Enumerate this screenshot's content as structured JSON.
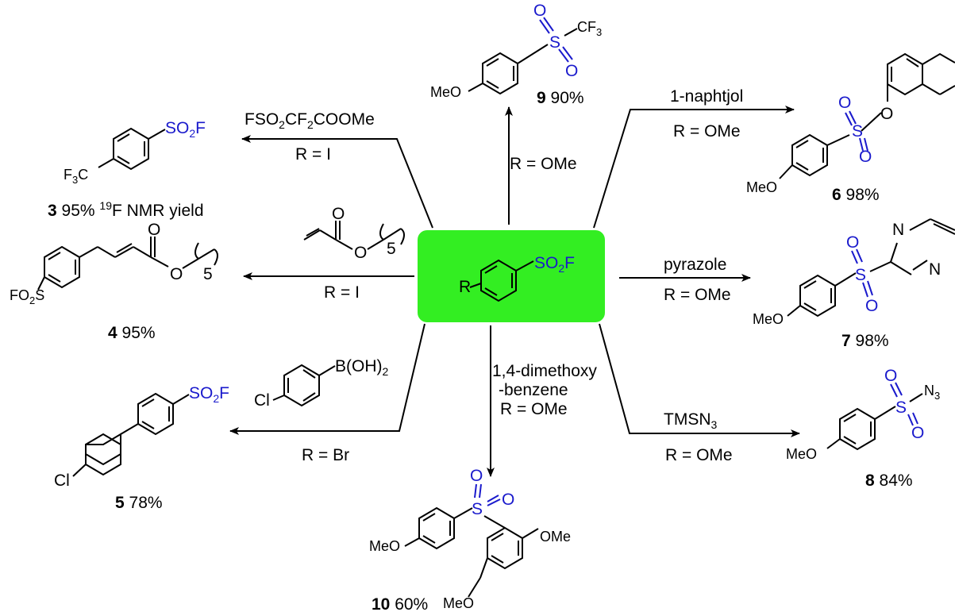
{
  "colors": {
    "center_box": "#33ee22",
    "sulfonyl_blue": "#1a1acc",
    "ink": "#000000"
  },
  "center": {
    "R": "R",
    "group": "SO",
    "group_sub": "2",
    "group_tail": "F"
  },
  "reactions": {
    "r3": {
      "reagent_pre": "FSO",
      "reagent_sub1": "2",
      "reagent_mid": "CF",
      "reagent_sub2": "2",
      "reagent_post": "COOMe",
      "condition": "R = I"
    },
    "r4": {
      "condition": "R = I",
      "chain_n": "5"
    },
    "r5": {
      "reagent": "B(OH)",
      "reagent_sub": "2",
      "cl": "Cl",
      "condition": "R = Br"
    },
    "r9": {
      "condition": "R = OMe"
    },
    "r10": {
      "reagent_line1": "1,4-dimethoxy",
      "reagent_line2": "-benzene",
      "condition": "R = OMe"
    },
    "r6": {
      "reagent": "1-naphtjol",
      "condition": "R = OMe"
    },
    "r7": {
      "reagent": "pyrazole",
      "condition": "R = OMe"
    },
    "r8": {
      "reagent": "TMSN",
      "reagent_sub": "3",
      "condition": "R = OMe"
    }
  },
  "products": {
    "p3": {
      "num": "3",
      "yield": "95%",
      "sup": "19",
      "nmr": "F NMR yield",
      "f3c": "F",
      "f3c_sub": "3",
      "f3c_c": "C",
      "group": "SO",
      "group_sub": "2",
      "group_tail": "F"
    },
    "p4": {
      "num": "4",
      "yield": "95%",
      "fo2s": "FO",
      "fo2s_sub": "2",
      "fo2s_s": "S",
      "o": "O",
      "o2": "O",
      "chain_n": "5"
    },
    "p5": {
      "num": "5",
      "yield": "78%",
      "cl": "Cl",
      "group": "SO",
      "group_sub": "2",
      "group_tail": "F"
    },
    "p9": {
      "num": "9",
      "yield": "90%",
      "meo": "MeO",
      "cf3": "CF",
      "cf3_sub": "3",
      "s": "S",
      "o": "O"
    },
    "p10": {
      "num": "10",
      "yield": "60%",
      "meo": "MeO",
      "ome": "OMe",
      "s": "S",
      "o": "O"
    },
    "p6": {
      "num": "6",
      "yield": "98%",
      "meo": "MeO",
      "s": "S",
      "o": "O"
    },
    "p7": {
      "num": "7",
      "yield": "98%",
      "meo": "MeO",
      "s": "S",
      "o": "O",
      "n": "N"
    },
    "p8": {
      "num": "8",
      "yield": "84%",
      "meo": "MeO",
      "s": "S",
      "o": "O",
      "n3": "N",
      "n3_sub": "3"
    }
  }
}
